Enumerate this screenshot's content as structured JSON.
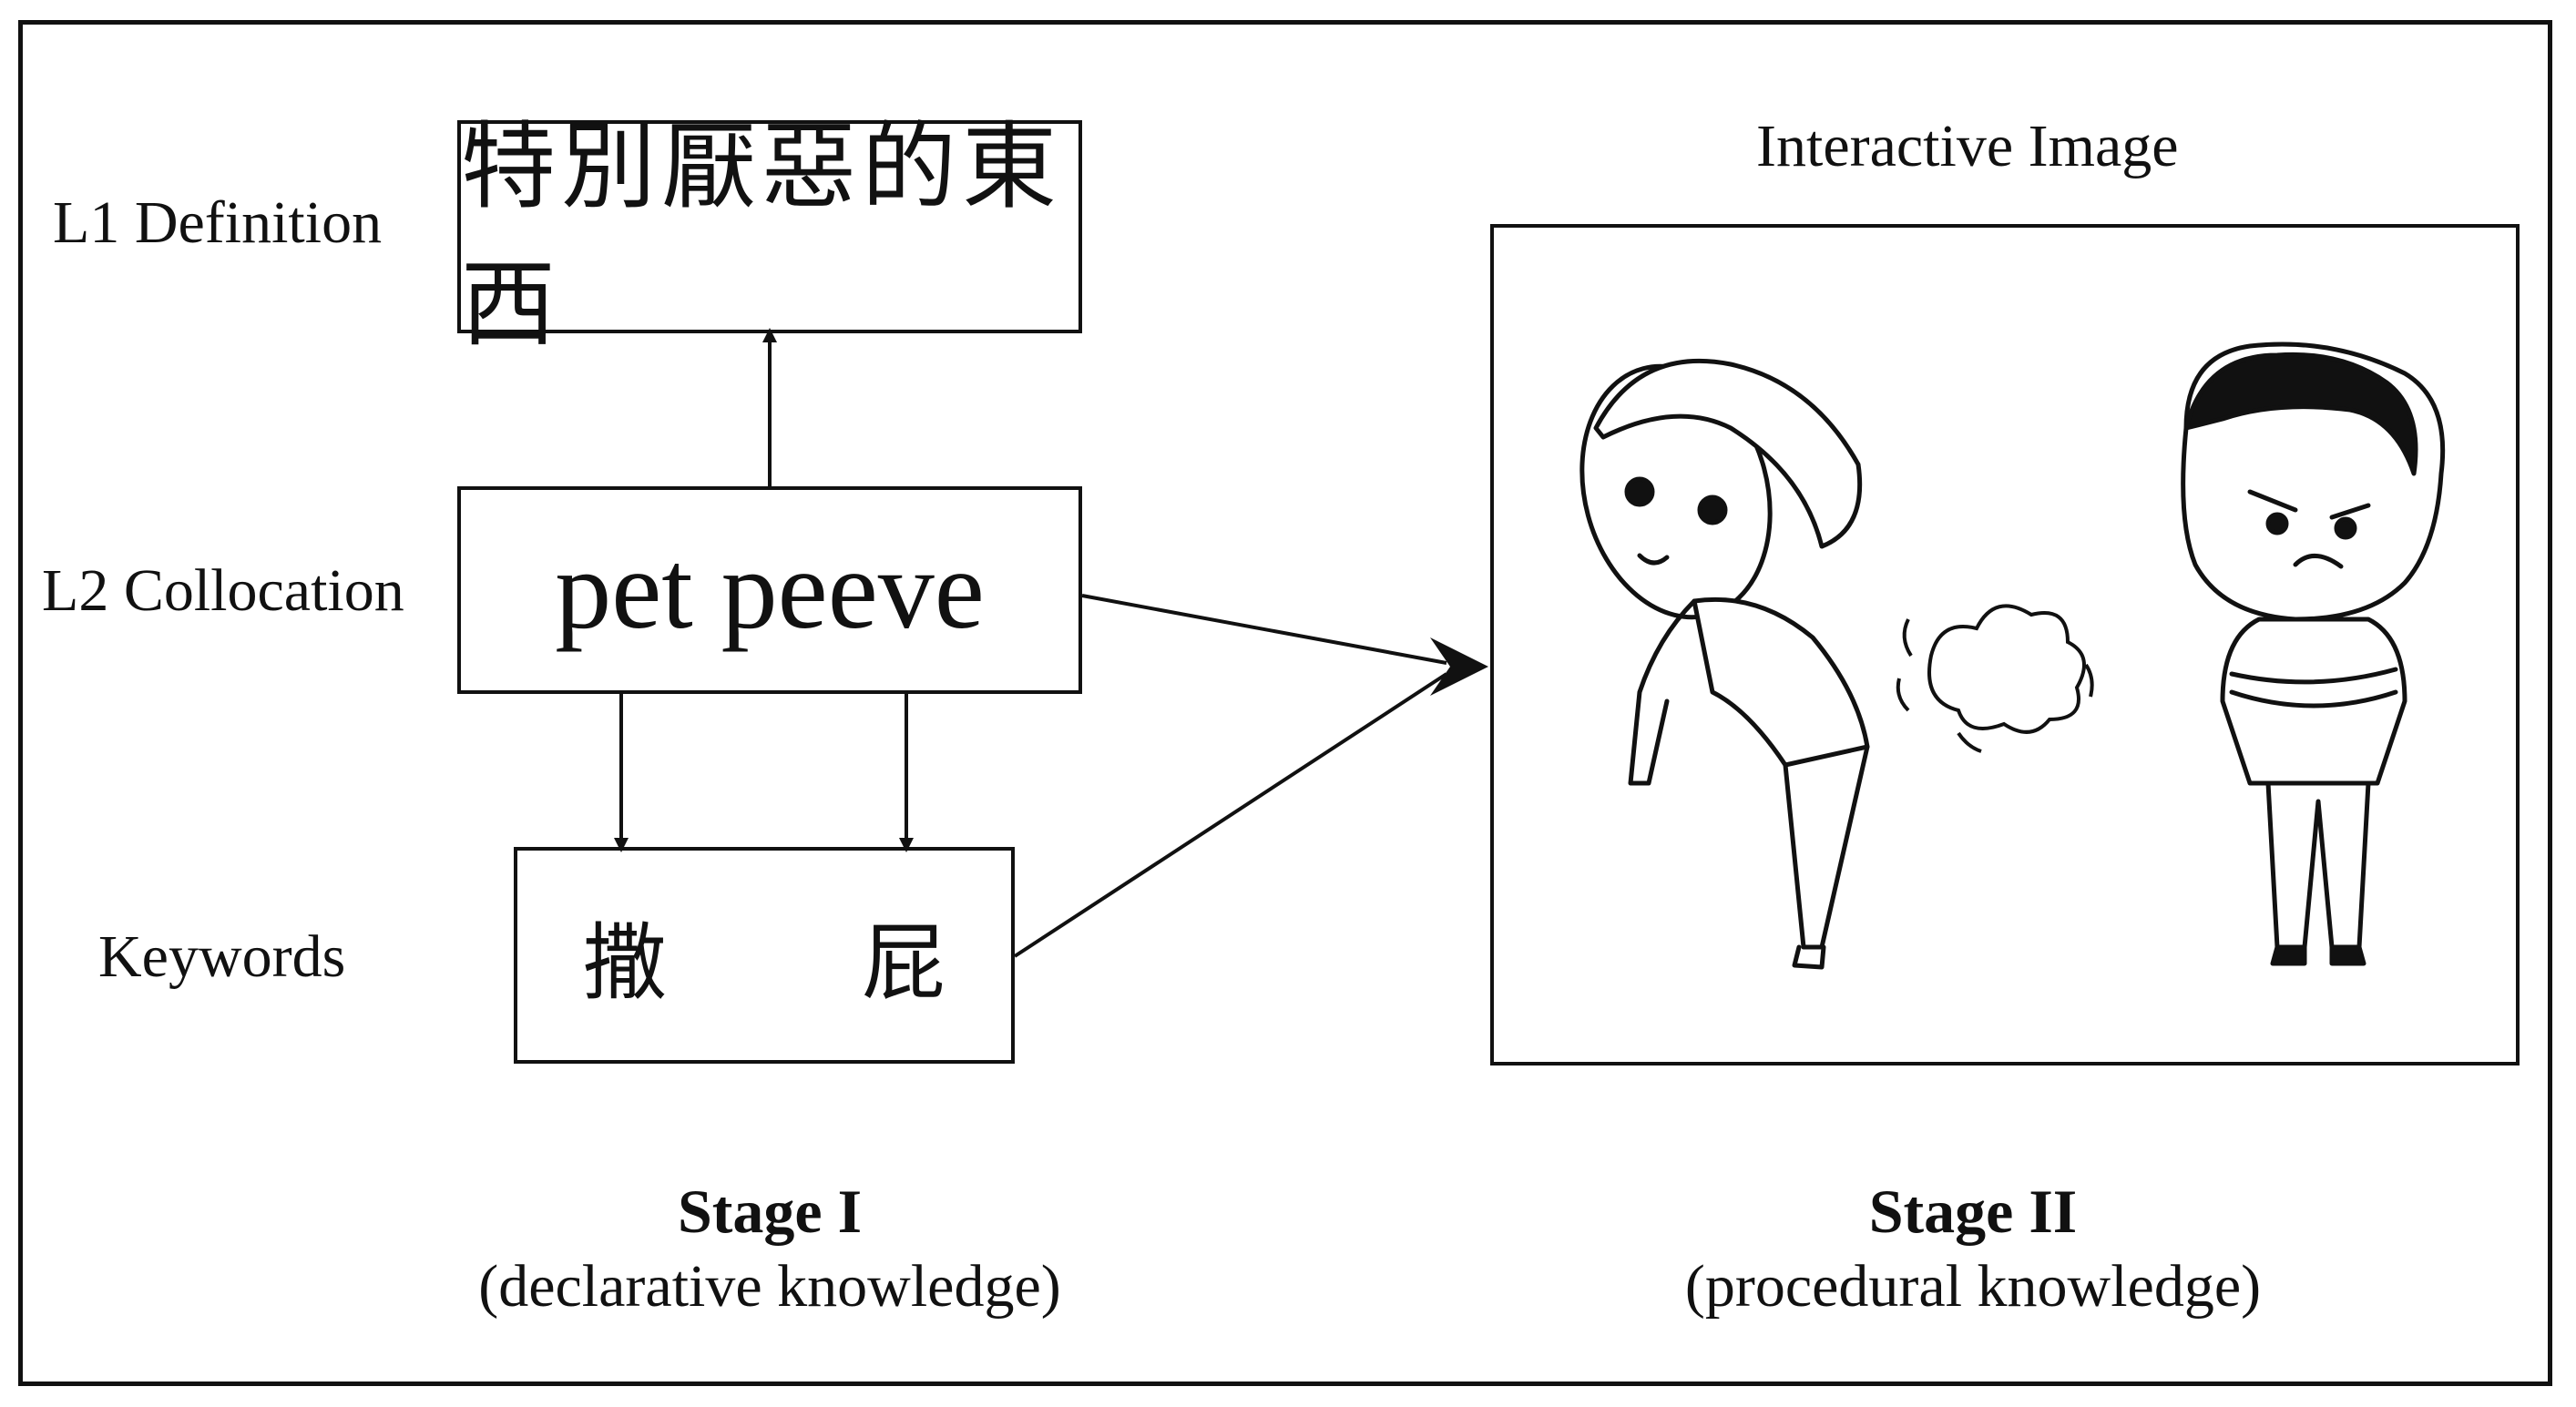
{
  "stage1": {
    "rows": {
      "definition_label": "L1 Definition",
      "collocation_label": "L2 Collocation",
      "keywords_label": "Keywords"
    },
    "definition_text": "特別厭惡的東西",
    "collocation_text": "pet peeve",
    "keywords": [
      "撒",
      "屁"
    ],
    "title": "Stage I",
    "subtitle": "(declarative knowledge)"
  },
  "stage2": {
    "image_caption": "Interactive Image",
    "title": "Stage II",
    "subtitle": "(procedural knowledge)"
  }
}
